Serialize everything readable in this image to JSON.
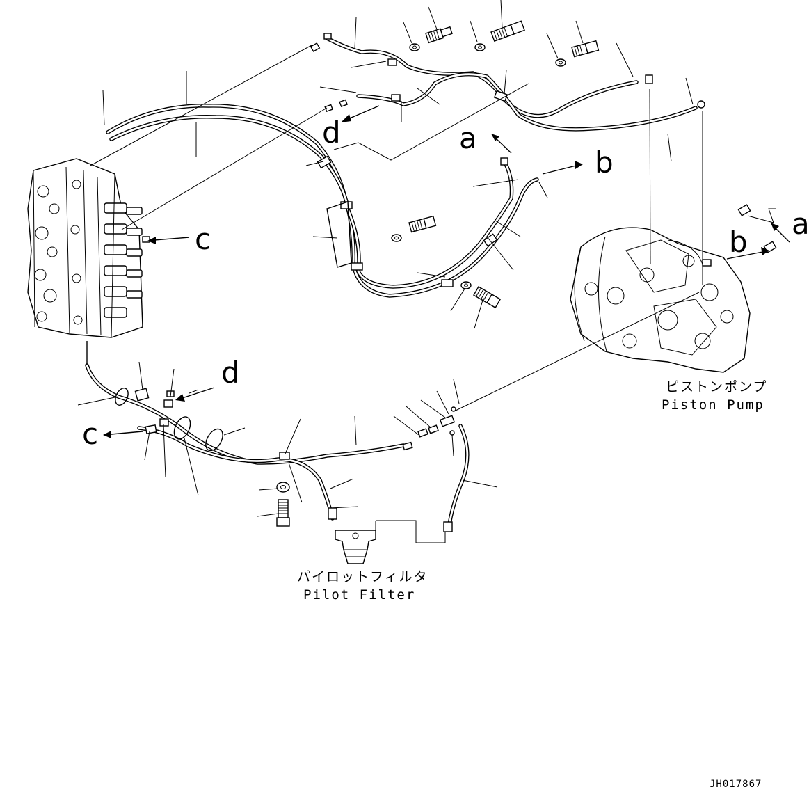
{
  "callouts": {
    "a_top": "a",
    "b_top": "b",
    "a_right": "a",
    "b_right": "b",
    "c_left": "c",
    "c_bottom": "c",
    "d_top": "d",
    "d_bottom": "d"
  },
  "labels": {
    "piston_pump_jp": "ピストンポンプ",
    "piston_pump_en": "Piston Pump",
    "pilot_filter_jp": "パイロットフィルタ",
    "pilot_filter_en": "Pilot Filter"
  },
  "drawing_code": "JH017867",
  "icons": [
    "control-valve",
    "piston-pump",
    "pilot-filter",
    "bolt",
    "washer",
    "hose-clamp",
    "o-ring",
    "fitting"
  ]
}
